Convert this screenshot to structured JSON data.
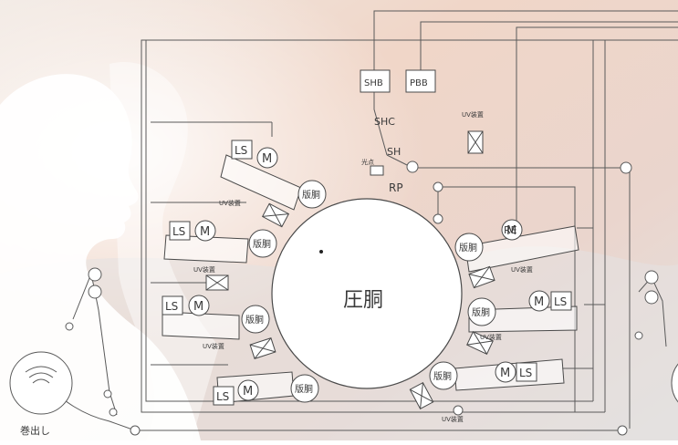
{
  "colors": {
    "background_top": "#f3e4d8",
    "background_pink": "#f0d2c6",
    "background_gray": "#e6e3e1",
    "silhouette": "#ffffff",
    "line": "#5a5a5a",
    "text": "#3a3a3a"
  },
  "icons": {
    "figure": "woman-silhouette-icon",
    "uv_unit": "uv-lamp-box-icon",
    "motor": "motor-circle-icon"
  },
  "labels": {
    "impression_cylinder": "圧胴",
    "plate_cylinder": "版胴",
    "motor": "M",
    "line_sensor": "LS",
    "uv_device": "UV装置",
    "shb": "SHB",
    "pbb": "PBB",
    "shc": "SHC",
    "sh": "SH",
    "rp": "RP",
    "re": "RE",
    "unwind": "巻出し",
    "small_mark": "光点"
  }
}
